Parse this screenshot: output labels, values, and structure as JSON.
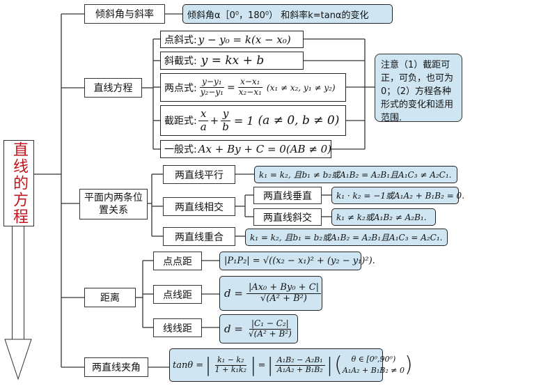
{
  "root": {
    "title": "直线的方程"
  },
  "nodes": {
    "incline": "倾斜角与斜率",
    "line_eq": "直线方程",
    "relation": "平面内两条位置关系",
    "distance": "距离",
    "angle": "两直线夹角"
  },
  "incline_detail": "倾斜角α［0⁰，180⁰） 和斜率k=tanα的变化",
  "forms": {
    "point_slope": {
      "label": "点斜式:",
      "formula": "y − y₀ = k(x − x₀)"
    },
    "slope_intercept": {
      "label": "斜截式:",
      "formula": "y = kx + b"
    },
    "two_point": {
      "label": "两点式:",
      "num1": "y−y₁",
      "den1": "y₂−y₁",
      "num2": "x−x₁",
      "den2": "x₂−x₁",
      "cond": "(x₁ ≠ x₂, y₁ ≠ y₂)"
    },
    "intercept": {
      "label": "截距式:",
      "num1": "x",
      "den1": "a",
      "num2": "y",
      "den2": "b",
      "rhs": "= 1",
      "cond": "(a ≠ 0, b ≠ 0)"
    },
    "general": {
      "label": "一般式:",
      "formula": "Ax + By + C = 0(AB ≠ 0)"
    }
  },
  "note": "注意（1）截距可正，可负，也可为0；（2）方程各种形式的变化和适用范围.",
  "relations": {
    "parallel": {
      "label": "两直线平行",
      "formula": "k₁ = k₂,  且b₁ ≠ b₂或A₁B₂ = A₂B₁且A₁C₃ ≠ A₂C₁."
    },
    "intersect": {
      "label": "两直线相交"
    },
    "perpendicular": {
      "label": "两直线垂直",
      "formula": "k₁ · k₂ = −1或A₁A₂ + B₁B₂ = 0."
    },
    "oblique": {
      "label": "两直线斜交",
      "formula": "k₁ ≠ k₂或A₁B₂ ≠ A₂B₁."
    },
    "coincide": {
      "label": "两直线重合",
      "formula": "k₁ = k₂,  且b₁ = b₂或A₁B₂ = A₂B₁且A₁C₃ = A₂C₁."
    }
  },
  "distances": {
    "point_point": {
      "label": "点点距",
      "formula": "|P₁P₂| = √((x₂ − x₁)² + (y₂ − y₁)²)."
    },
    "point_line": {
      "label": "点线距",
      "lhs": "d =",
      "num": "|Ax₀ + By₀ + C|",
      "den": "√(A² + B²)"
    },
    "line_line": {
      "label": "线线距",
      "lhs": "d =",
      "num": "|C₁ − C₂|",
      "den": "√(A² + B²)"
    }
  },
  "angle_formula": {
    "lhs": "tanθ =",
    "num1": "k₁ − k₂",
    "den1": "1 + k₁k₂",
    "eq": "=",
    "num2": "A₁B₂ − A₂B₁",
    "den2": "A₁A₂ + B₁B₂",
    "cond1": "θ ∈ [0⁰,90⁰)",
    "cond2": "A₁A₂ + B₁B₂ ≠ 0"
  }
}
